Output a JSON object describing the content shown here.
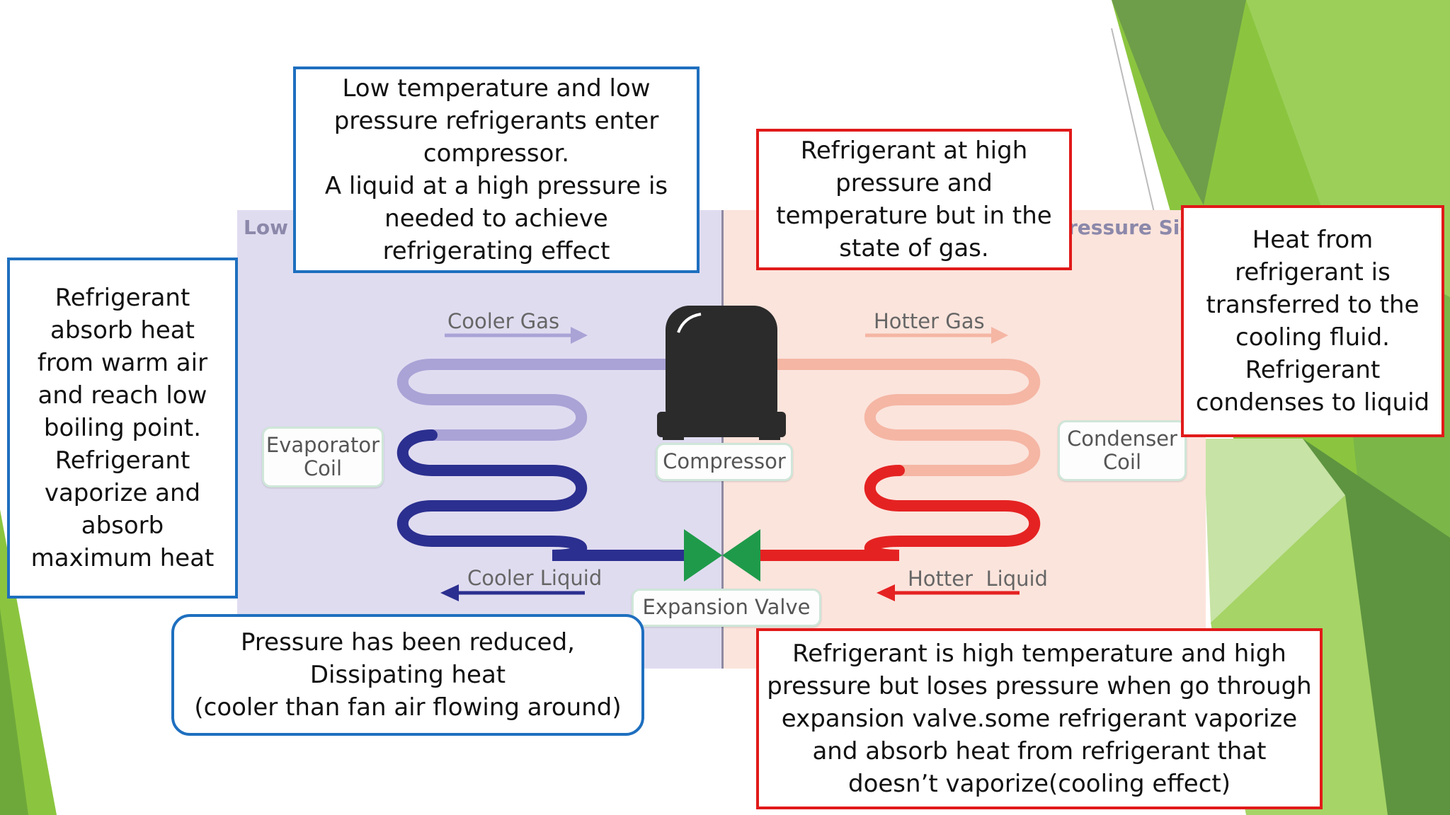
{
  "diagram": {
    "side_labels": {
      "low": "Low",
      "high": "ressure Sid"
    },
    "flow_labels": {
      "cooler_gas": "Cooler Gas",
      "hotter_gas": "Hotter Gas",
      "cooler_liquid": "Cooler Liquid",
      "hotter_liquid": "Hotter  Liquid"
    },
    "component_labels": {
      "evaporator": "Evaporator\nCoil",
      "condenser": "Condenser\nCoil",
      "compressor": "Compressor",
      "expansion_valve": "Expansion Valve"
    },
    "colors": {
      "low_side_bg": "#e0dcf0",
      "high_side_bg": "#fbe4dc",
      "cool_gas": "#a9a3d6",
      "cool_liquid": "#2b2f8f",
      "hot_gas": "#f5b6a4",
      "hot_liquid": "#e52222",
      "valve": "#1f9a4a",
      "compressor": "#2b2b2b"
    }
  },
  "notes": {
    "compressor_inlet": "Low temperature and low\npressure refrigerants enter\ncompressor.\nA liquid at a high pressure is\nneeded to achieve\nrefrigerating effect",
    "high_pressure_gas": "Refrigerant at high\npressure and\ntemperature but in the\nstate of gas.",
    "condenser": "Heat from\nrefrigerant is\ntransferred to the\ncooling fluid.\nRefrigerant\ncondenses to liquid",
    "evaporator": "Refrigerant\nabsorb heat\nfrom warm air\nand reach low\nboiling point.\nRefrigerant\nvaporize and\nabsorb\nmaximum heat",
    "pressure_reduced": "Pressure has been reduced,\nDissipating heat\n(cooler than fan air flowing around)",
    "expansion": "Refrigerant is high temperature and high\npressure but loses pressure when go through\nexpansion valve.some refrigerant vaporize\nand absorb heat from refrigerant that\ndoesn’t vaporize(cooling effect)"
  }
}
